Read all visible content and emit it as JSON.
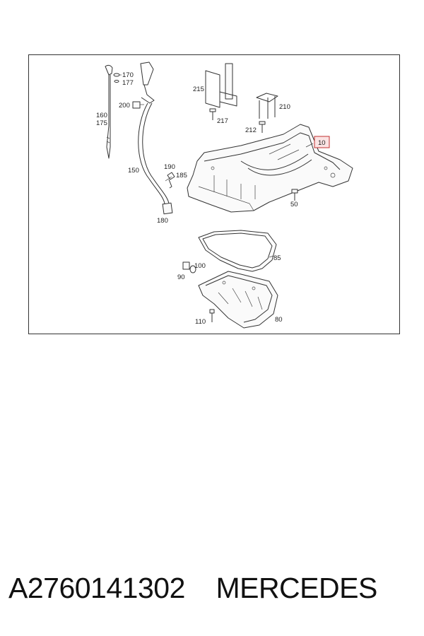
{
  "diagram": {
    "callouts": [
      {
        "id": "c170",
        "text": "170"
      },
      {
        "id": "c177",
        "text": "177"
      },
      {
        "id": "c160",
        "text": "160"
      },
      {
        "id": "c175",
        "text": "175"
      },
      {
        "id": "c200",
        "text": "200"
      },
      {
        "id": "c150",
        "text": "150"
      },
      {
        "id": "c190",
        "text": "190"
      },
      {
        "id": "c185",
        "text": "185"
      },
      {
        "id": "c180",
        "text": "180"
      },
      {
        "id": "c215",
        "text": "215"
      },
      {
        "id": "c217",
        "text": "217"
      },
      {
        "id": "c210",
        "text": "210"
      },
      {
        "id": "c212",
        "text": "212"
      },
      {
        "id": "c10",
        "text": "10"
      },
      {
        "id": "c50",
        "text": "50"
      },
      {
        "id": "c85",
        "text": "85"
      },
      {
        "id": "c100",
        "text": "100"
      },
      {
        "id": "c90",
        "text": "90"
      },
      {
        "id": "c110",
        "text": "110"
      },
      {
        "id": "c80",
        "text": "80"
      }
    ],
    "highlight_color": "#c23030"
  },
  "caption": {
    "part_number": "A2760141302",
    "brand": "MERCEDES"
  }
}
